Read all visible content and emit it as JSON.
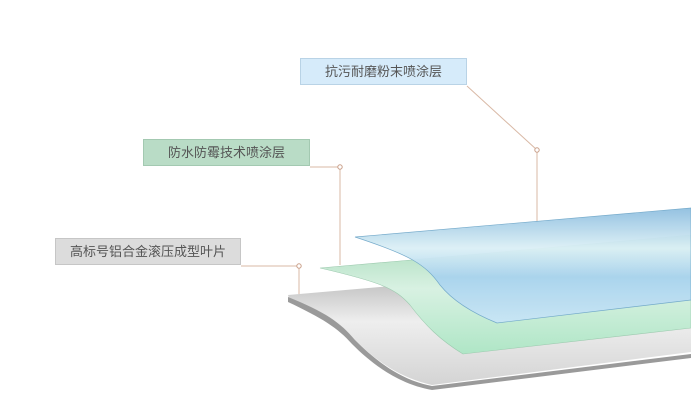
{
  "labels": {
    "top": "抗污耐磨粉末喷涂层",
    "middle": "防水防霉技术喷涂层",
    "bottom": "高标号铝合金滚压成型叶片"
  },
  "colors": {
    "top_layer": "#a9d3ee",
    "middle_layer": "#b2e6c8",
    "bottom_layer": "#d8d8d8",
    "leader_line": "#d9b9a6"
  }
}
